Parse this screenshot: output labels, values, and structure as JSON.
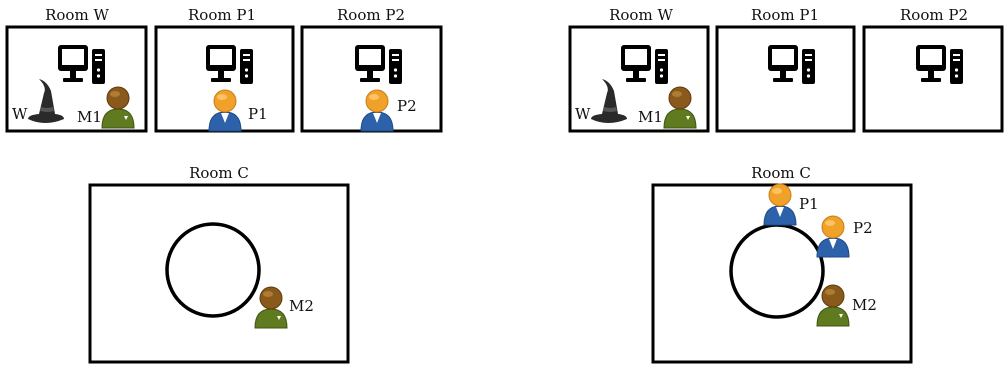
{
  "panels": [
    {
      "rooms": {
        "w": {
          "label": "Room W"
        },
        "p1": {
          "label": "Room P1"
        },
        "p2": {
          "label": "Room P2"
        },
        "c": {
          "label": "Room C"
        }
      },
      "people": {
        "wizard": "W",
        "m1": "M1",
        "p1": "P1",
        "p2": "P2",
        "m2": "M2"
      }
    },
    {
      "rooms": {
        "w": {
          "label": "Room W"
        },
        "p1": {
          "label": "Room P1"
        },
        "p2": {
          "label": "Room P2"
        },
        "c": {
          "label": "Room C"
        }
      },
      "people": {
        "wizard": "W",
        "m1": "M1",
        "p1": "P1",
        "p2": "P2",
        "m2": "M2"
      }
    }
  ],
  "colors": {
    "p_person_head": "#f0a12a",
    "p_person_body": "#3a6fb5",
    "m_person_head": "#8a5a1c",
    "m_person_body": "#5f7a1f",
    "wizard": "#222222",
    "stroke": "#000000"
  },
  "icons": {
    "computer": "desktop-computer-icon",
    "wizard": "wizard-hat-icon",
    "p_person": "person-blue-icon",
    "m_person": "person-green-icon"
  }
}
